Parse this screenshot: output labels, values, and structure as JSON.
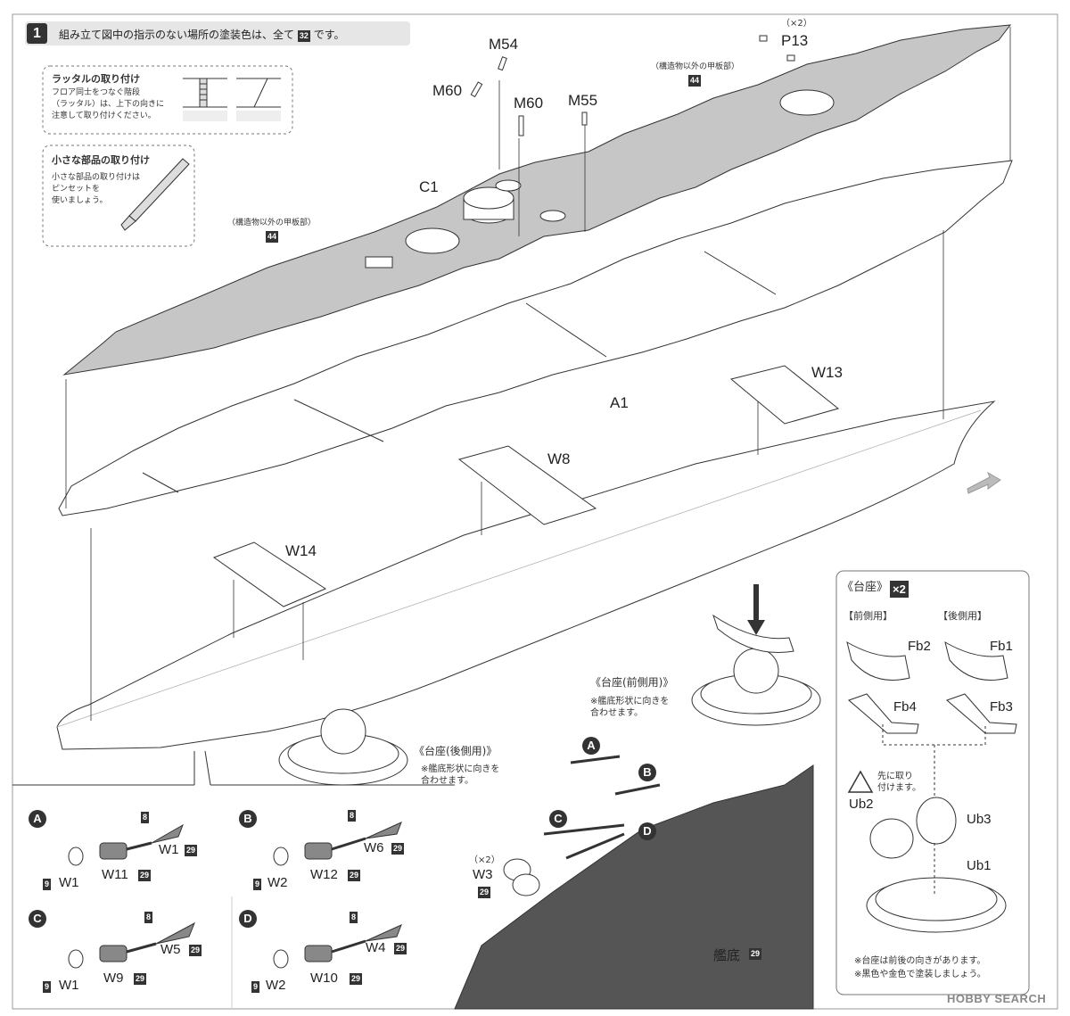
{
  "step": {
    "number": "1",
    "instruction": "組み立て図中の指示のない場所の塗装色は、全て",
    "paint_code": "32",
    "instruction_end": "です。"
  },
  "ladder_box": {
    "title": "ラッタルの取り付け",
    "text": "フロア同士をつなぐ階段\n（ラッタル）は、上下の向きに\n注意して取り付けください。"
  },
  "small_parts_box": {
    "title": "小さな部品の取り付け",
    "text": "小さな部品の取り付けは\nピンセットを\n使いましょう。"
  },
  "deck_notes": [
    {
      "text": "（構造物以外の甲板部）",
      "code": "44"
    },
    {
      "text": "（構造物以外の甲板部）",
      "code": "44"
    }
  ],
  "part_labels": {
    "M54": "M54",
    "M60a": "M60",
    "M60b": "M60",
    "M55": "M55",
    "P13_qty": "（×2）",
    "P13": "P13",
    "C1": "C1",
    "A1": "A1",
    "W13": "W13",
    "W8": "W8",
    "W14": "W14"
  },
  "stand_front": {
    "title": "《台座(前側用)》",
    "text": "※艦底形状に向きを\n合わせます。"
  },
  "stand_rear": {
    "title": "《台座(後側用)》",
    "text": "※艦底形状に向きを\n合わせます。"
  },
  "shaft_steps": [
    {
      "letter": "A",
      "paint_top": "8",
      "shaft": "W1",
      "shaft_paint": "29",
      "bracket": "W11",
      "bracket_paint": "29",
      "prop_paint": "9",
      "prop": "W1"
    },
    {
      "letter": "B",
      "paint_top": "8",
      "shaft": "W6",
      "shaft_paint": "29",
      "bracket": "W12",
      "bracket_paint": "29",
      "prop_paint": "9",
      "prop": "W2"
    },
    {
      "letter": "C",
      "paint_top": "8",
      "shaft": "W5",
      "shaft_paint": "29",
      "bracket": "W9",
      "bracket_paint": "29",
      "prop_paint": "9",
      "prop": "W1"
    },
    {
      "letter": "D",
      "paint_top": "8",
      "shaft": "W4",
      "shaft_paint": "29",
      "bracket": "W10",
      "bracket_paint": "29",
      "prop_paint": "9",
      "prop": "W2"
    }
  ],
  "hull_bottom": {
    "w3_qty": "（×2）",
    "w3": "W3",
    "w3_paint": "29",
    "bottom_label": "艦底",
    "bottom_paint": "29",
    "letters": [
      "A",
      "B",
      "C",
      "D"
    ]
  },
  "stand_panel": {
    "title": "《台座》",
    "qty": "×2",
    "front": "【前側用】",
    "rear": "【後側用】",
    "Fb2": "Fb2",
    "Fb1": "Fb1",
    "Fb4": "Fb4",
    "Fb3": "Fb3",
    "caution": "先に取り\n付けます。",
    "Ub2": "Ub2",
    "Ub3": "Ub3",
    "Ub1": "Ub1",
    "note": "※台座は前後の向きがあります。\n※黒色や金色で塗装しましょう。"
  },
  "watermark": "HOBBY SEARCH",
  "colors": {
    "deck": "#c8c8c8",
    "hull_bottom": "#555555",
    "ink": "#222222",
    "badge": "#333333"
  }
}
